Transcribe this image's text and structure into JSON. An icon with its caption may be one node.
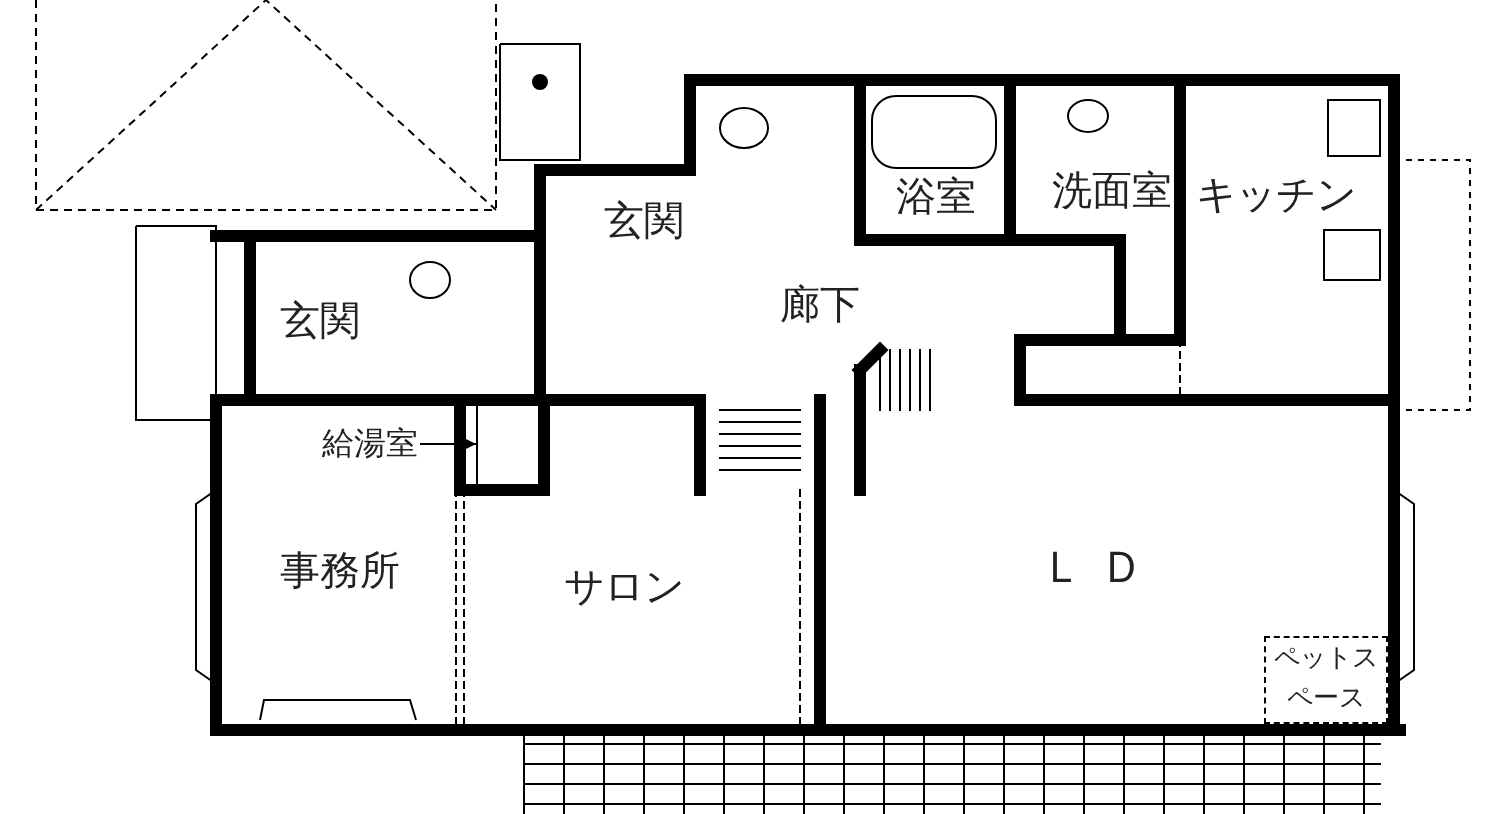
{
  "diagram": {
    "nodes": [
      {
        "text": [
          "浴室"
        ]
      },
      {
        "text": [
          "洗面室"
        ]
      },
      {
        "text": [
          "キッチン"
        ]
      },
      {
        "text": [
          "玄関"
        ]
      },
      {
        "text": [
          "廊下"
        ]
      },
      {
        "text": [
          "玄関"
        ]
      },
      {
        "text": [
          "給湯室"
        ]
      },
      {
        "text": [],
        "shape": "box"
      },
      {
        "text": [
          "事務所"
        ]
      },
      {
        "text": [
          "サロン"
        ]
      },
      {
        "text": [
          "ＬＤ"
        ]
      },
      {
        "text": [
          "ペットスペース"
        ],
        "in": 10
      }
    ],
    "edges": [
      {
        "from": 6,
        "to": 7,
        "arrow": "to"
      }
    ]
  }
}
